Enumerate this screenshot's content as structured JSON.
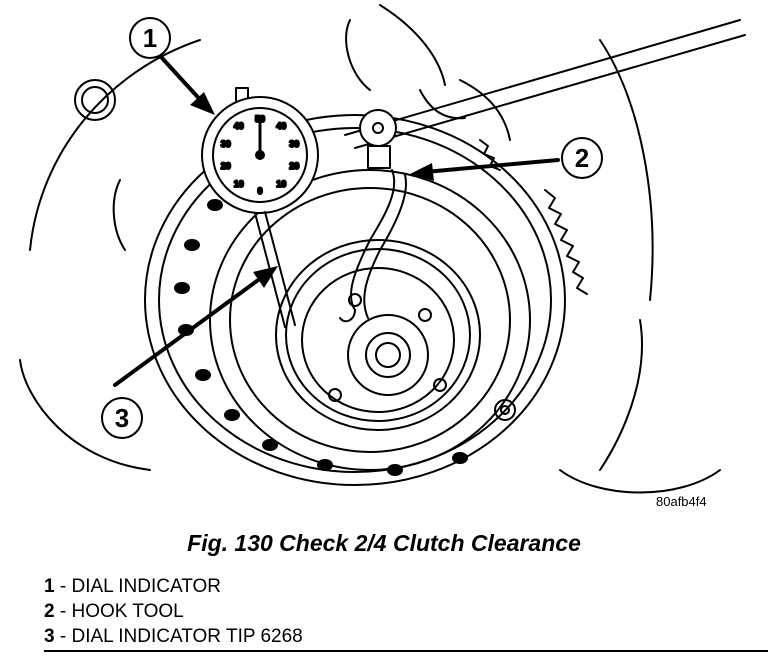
{
  "figure": {
    "id_label": "80afb4f4",
    "caption": "Fig. 130 Check 2/4 Clutch Clearance",
    "callouts": [
      "1",
      "2",
      "3"
    ],
    "dial_marks": [
      "50",
      "40",
      "30",
      "20",
      "10",
      "0",
      "10",
      "20",
      "30",
      "40"
    ]
  },
  "legend": {
    "items": [
      {
        "num": "1",
        "sep": " - ",
        "label": "DIAL INDICATOR"
      },
      {
        "num": "2",
        "sep": " - ",
        "label": "HOOK TOOL"
      },
      {
        "num": "3",
        "sep": " - ",
        "label": "DIAL INDICATOR TIP 6268"
      }
    ]
  }
}
